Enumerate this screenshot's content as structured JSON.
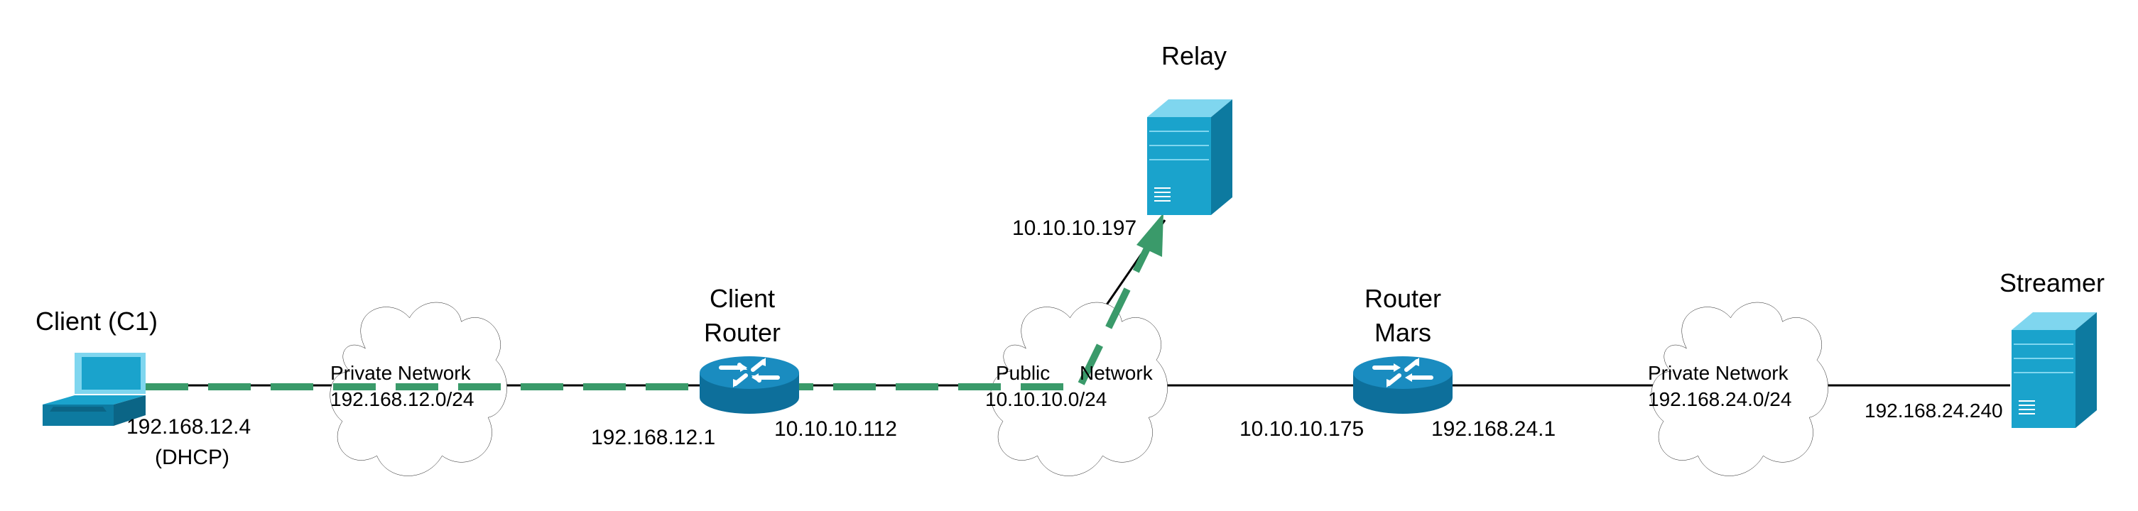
{
  "nodes": {
    "client": {
      "label": "Client (C1)",
      "ip": "192.168.12.4",
      "ip_note": "(DHCP)"
    },
    "client_router": {
      "label_line1": "Client",
      "label_line2": "Router",
      "ip_left": "192.168.12.1",
      "ip_right": "10.10.10.112"
    },
    "relay": {
      "label": "Relay",
      "ip": "10.10.10.197"
    },
    "router_mars": {
      "label_line1": "Router",
      "label_line2": "Mars",
      "ip_left": "10.10.10.175",
      "ip_right": "192.168.24.1"
    },
    "streamer": {
      "label": "Streamer",
      "ip": "192.168.24.240"
    }
  },
  "networks": {
    "client_private": {
      "name": "Private Network",
      "subnet": "192.168.12.0/24"
    },
    "public": {
      "name_part1": "Public",
      "name_part2": "Network",
      "subnet": "10.10.10.0/24"
    },
    "streamer_private": {
      "name": "Private Network",
      "subnet": "192.168.24.0/24"
    }
  },
  "colors": {
    "path": "#3a9a6a",
    "device_fill": "#1aa3cc",
    "device_dark": "#0d7aa0",
    "device_light": "#7fd6ef",
    "router_fill": "#1784b8",
    "line": "#000000"
  }
}
